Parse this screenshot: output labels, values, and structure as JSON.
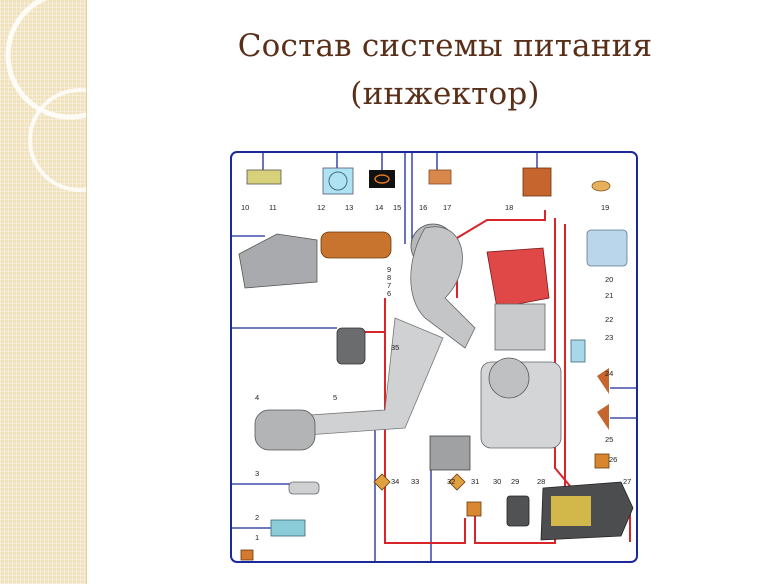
{
  "slide": {
    "title_line1": "Состав системы питания",
    "title_line2": "(инжектор)"
  },
  "diagram": {
    "labels": [
      "1",
      "2",
      "3",
      "4",
      "5",
      "6",
      "7",
      "8",
      "9",
      "10",
      "11",
      "12",
      "13",
      "14",
      "15",
      "16",
      "17",
      "18",
      "19",
      "20",
      "21",
      "22",
      "23",
      "24",
      "25",
      "26",
      "27",
      "28",
      "29",
      "30",
      "31",
      "32",
      "33",
      "34",
      "35"
    ],
    "colors": {
      "frame": "#1a2a9a",
      "fuel_line": "#d8252a",
      "title": "#5a2f1a"
    }
  }
}
